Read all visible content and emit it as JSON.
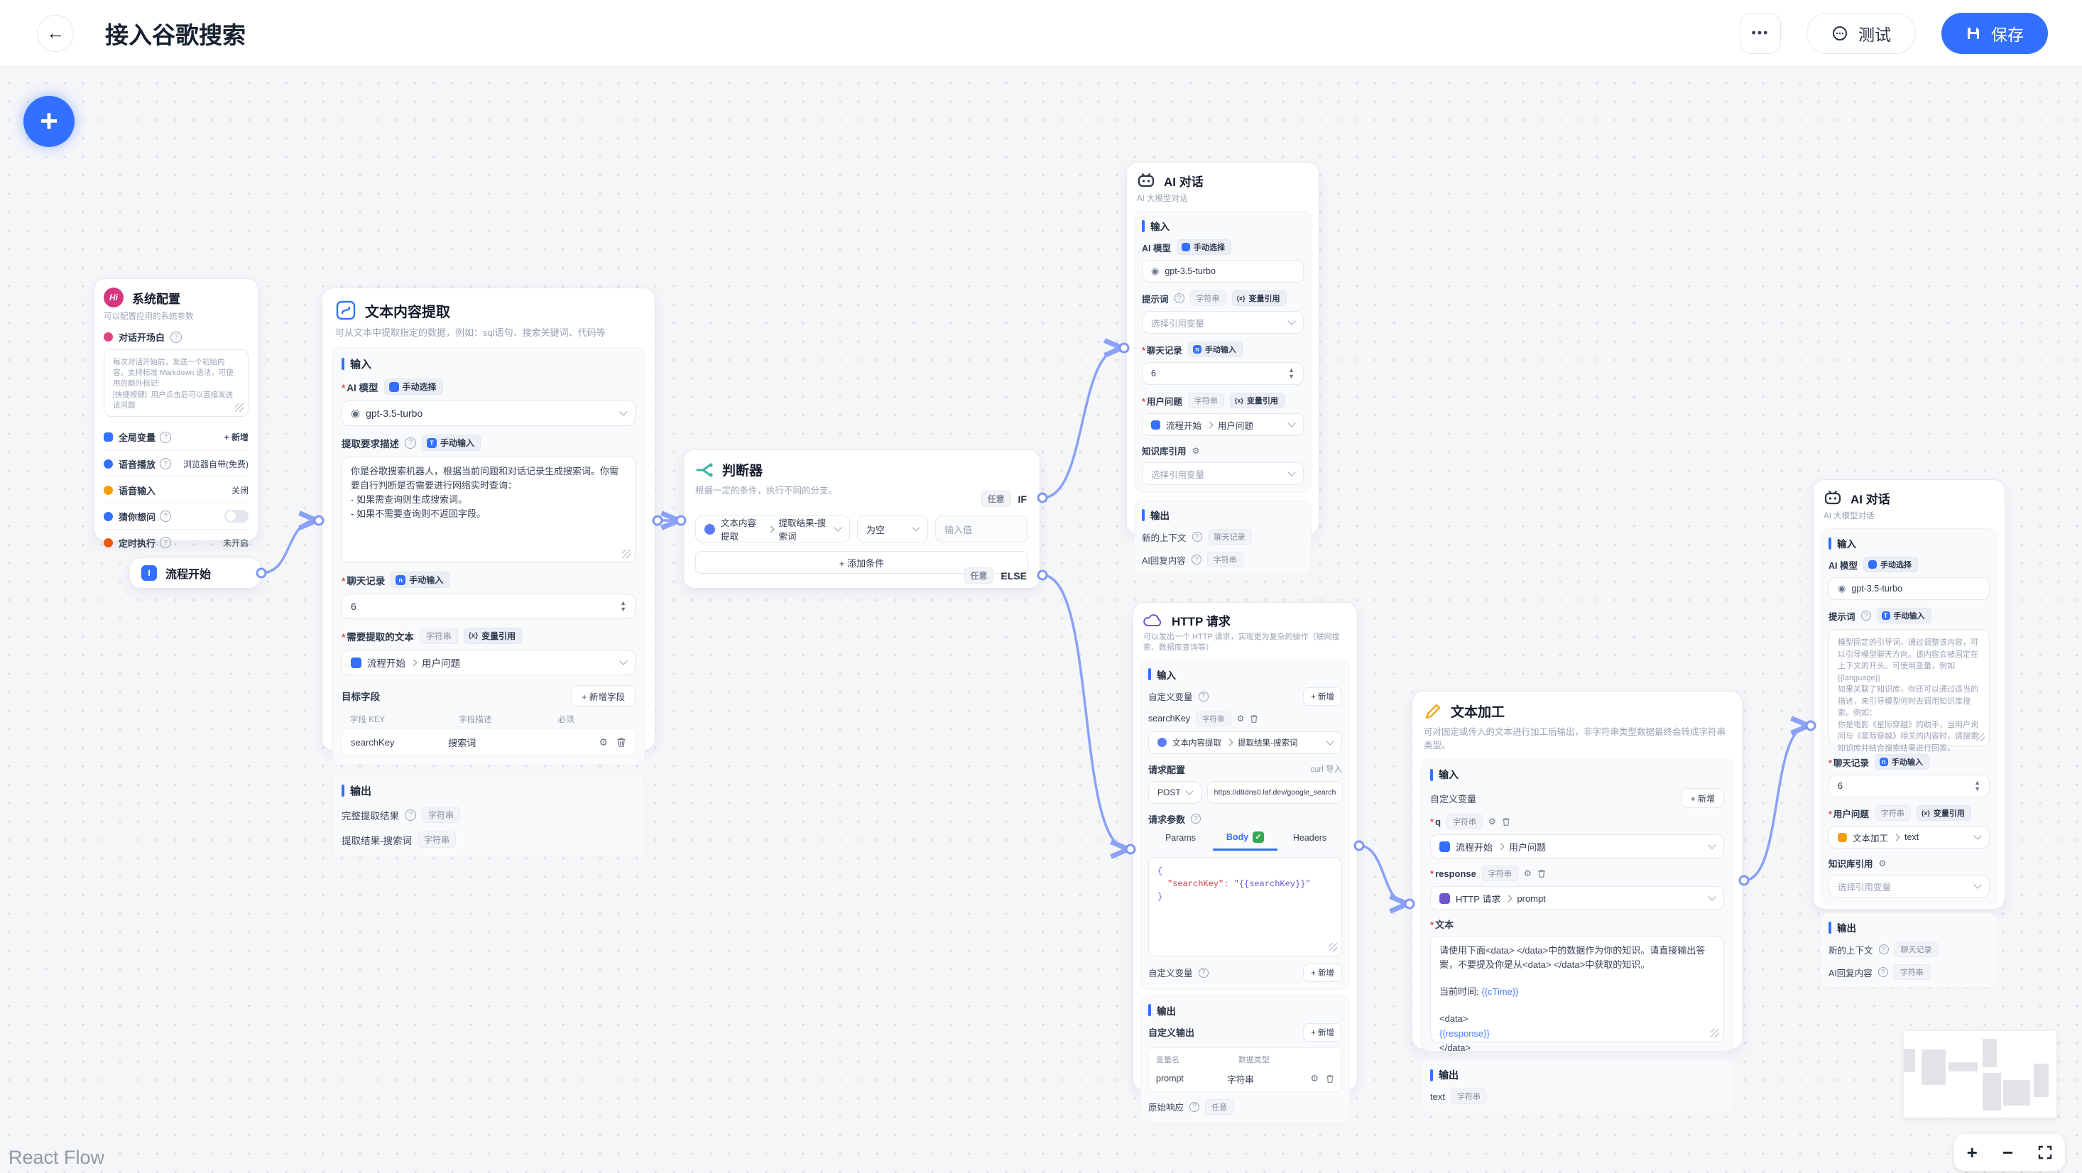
{
  "colors": {
    "primary": "#3370ff",
    "edge": "#8ba1f7",
    "teal": "#3bb3a6",
    "purple": "#6e56cf",
    "orange": "#f59e0b",
    "pink": "#d6367f"
  },
  "icons": {
    "back": "←",
    "dots": "•••",
    "up": "▲",
    "down": "▼",
    "plus": "+",
    "minus": "−",
    "question": "?",
    "check": "✓",
    "var_ref_glyph": "{x}",
    "gear": "⚙",
    "hi": "Hi",
    "flow_start_glyph": "I"
  },
  "header": {
    "title": "接入谷歌搜索",
    "test": "测试",
    "save": "保存"
  },
  "common": {
    "input": "输入",
    "output": "输出",
    "add": "+ 新增",
    "manual_select": "手动选择",
    "manual_input": "手动输入",
    "string": "字符串",
    "var_ref": "变量引用",
    "chat_history": "聊天记录",
    "any": "任意",
    "select_var": "选择引用变量",
    "model": "gpt-3.5-turbo",
    "ai_model_label": "AI 模型",
    "history_label": "聊天记录",
    "history_value": "6",
    "user_question": "用户问题",
    "kb_label": "知识库引用",
    "prompt_label": "提示词",
    "out_context": "新的上下文",
    "out_reply": "AI回复内容",
    "flow_start": "流程开始",
    "ai_chat_title": "AI 对话",
    "ai_chat_desc": "AI 大模型对话",
    "custom_var": "自定义变量"
  },
  "system": {
    "title": "系统配置",
    "desc": "可以配置应用的系统参数",
    "welcome_label": "对话开场白",
    "welcome_ph1": "每次对话开始前，发送一个初始内容。支持标准 Markdown 语法，可使用的额外标记:",
    "welcome_ph2": "[快捷按键]: 用户点击后可以直接发送该问题",
    "rows": [
      {
        "label": "全局变量",
        "value": "+ 新增"
      },
      {
        "label": "语音播放",
        "value": "浏览器自带(免费)"
      },
      {
        "label": "语音输入",
        "value": "关闭"
      },
      {
        "label": "猜你想问",
        "value": ""
      },
      {
        "label": "定时执行",
        "value": "未开启"
      }
    ]
  },
  "start": {
    "title": "流程开始"
  },
  "extract": {
    "title": "文本内容提取",
    "desc": "可从文本中提取指定的数据，例如：sql语句、搜索关键词、代码等",
    "desc_label": "提取要求描述",
    "desc_l1": "你是谷歌搜索机器人，根据当前问题和对话记录生成搜索词。你需要自行判断是否需要进行网络实时查询：",
    "desc_l2": "- 如果需查询则生成搜索词。",
    "desc_l3": "- 如果不需要查询则不返回字段。",
    "source_label": "需要提取的文本",
    "target_label": "目标字段",
    "add_field": "+ 新增字段",
    "col_key": "字段 KEY",
    "col_desc": "字段描述",
    "col_required": "必须",
    "row_key": "searchKey",
    "row_desc": "搜索词",
    "out_full": "完整提取结果",
    "out_search": "提取结果-搜索词"
  },
  "condition": {
    "title": "判断器",
    "desc": "根据一定的条件，执行不同的分支。",
    "if_label": "IF",
    "else_label": "ELSE",
    "op": "为空",
    "value_ph": "输入值",
    "add_cond": "+ 添加条件"
  },
  "http": {
    "title": "HTTP 请求",
    "desc": "可以发出一个 HTTP 请求，实现更为复杂的操作（联网搜索、数据库查询等）",
    "var_name": "searchKey",
    "req_config": "请求配置",
    "curl": "curl 导入",
    "method": "POST",
    "url": "https://d8dns0.laf.dev/google_search",
    "req_params": "请求参数",
    "tab_params": "Params",
    "tab_body": "Body",
    "tab_headers": "Headers",
    "code_open": "{",
    "code_key": "\"searchKey\"",
    "code_colon": ": ",
    "code_val": "\"{{searchKey}}\"",
    "code_close": "}",
    "custom_out": "自定义输出",
    "col_var": "变量名",
    "col_type": "数据类型",
    "out_name": "prompt",
    "raw_label": "原始响应"
  },
  "process": {
    "title": "文本加工",
    "desc": "可对固定或传入的文本进行加工后输出，非字符串类型数据最终会转成字符串类型。",
    "v1": "q",
    "v2": "response",
    "v2_field": "prompt",
    "text_label": "文本",
    "t1": "请使用下面<data> </data>中的数据作为你的知识。请直接输出答案，不要提及你是从<data> </data>中获取的知识。",
    "t2_prefix": "当前时间: ",
    "t2_var": "{{cTime}}",
    "t3": "<data>",
    "t4": "{{response}}",
    "t5": "</data>",
    "out_name": "text"
  },
  "ai2": {
    "prompt_ph1": "模型固定的引导词，通过调整该内容，可以引导模型聊天方向。该内容会被固定在上下文的开头。可使用变量，例如 {{language}}",
    "prompt_ph2": "如果关联了知识库，你还可以通过适当的描述，来引导模型何时去调用知识库搜索。例如：",
    "prompt_ph3": "你是电影《星际穿越》的助手，当用户询问与《星际穿越》相关的内容时，请搜索知识库并结合搜索结果进行回答。",
    "q_field": "text"
  },
  "canvas": {
    "attribution": "React Flow"
  }
}
